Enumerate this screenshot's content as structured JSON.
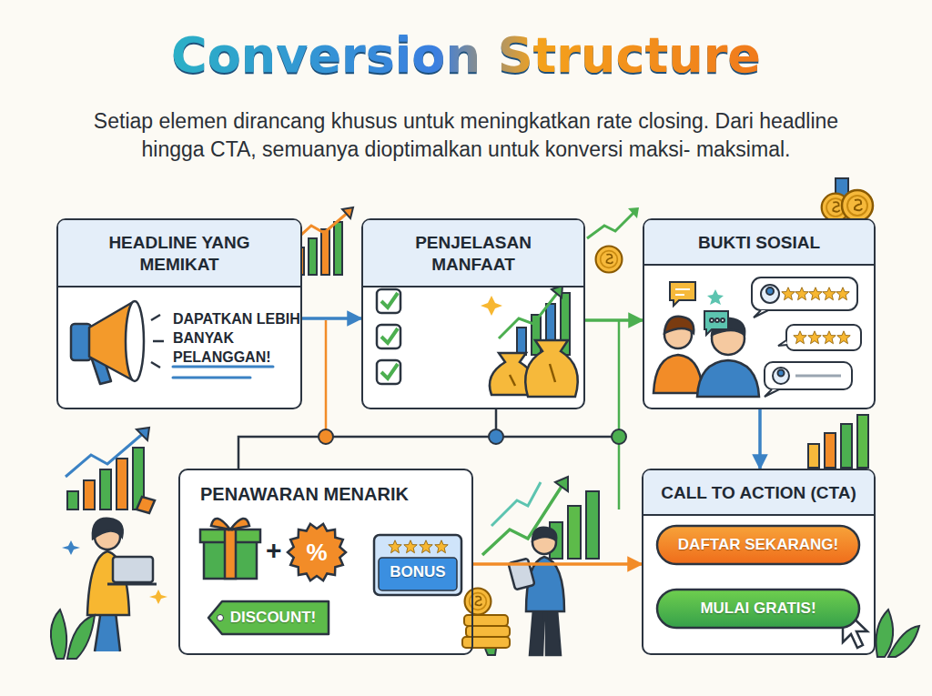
{
  "diagram": {
    "title": "Conversion Structure",
    "caption": "Setiap elemen dirancang khusus untuk meningkatkan rate closing. Dari headline hingga CTA, semuanya dioptimalkan untuk konversi maksi- maksimal.",
    "nodes": [
      {
        "text": [
          "HEADLINE YANG MEMIKAT",
          "DAPATKAN LEBIH BANYAK PELANGGAN!"
        ]
      },
      {
        "text": [
          "PENJELASAN MANFAAT"
        ]
      },
      {
        "text": [
          "BUKTI SOSIAL"
        ]
      },
      {
        "text": [
          "PENAWARAN MENARIK"
        ]
      },
      {
        "text": [
          "%"
        ],
        "in": 3
      },
      {
        "text": [
          "BONUS"
        ],
        "in": 3
      },
      {
        "text": [
          "DISCOUNT!"
        ],
        "in": 3
      },
      {
        "text": [
          "CALL TO ACTION (CTA)"
        ]
      },
      {
        "text": [
          "DAFTAR SEKARANG!"
        ],
        "in": 7
      },
      {
        "text": [
          "MULAI GRATIS!"
        ],
        "in": 7
      }
    ],
    "edges": [
      {
        "from": 0,
        "to": 1,
        "arrow": "to"
      },
      {
        "from": 1,
        "to": 2,
        "arrow": "to"
      },
      {
        "from": 2,
        "to": 7,
        "arrow": "to"
      },
      {
        "from": 3,
        "to": 7,
        "arrow": "to"
      }
    ],
    "labels": [
      "+"
    ]
  }
}
